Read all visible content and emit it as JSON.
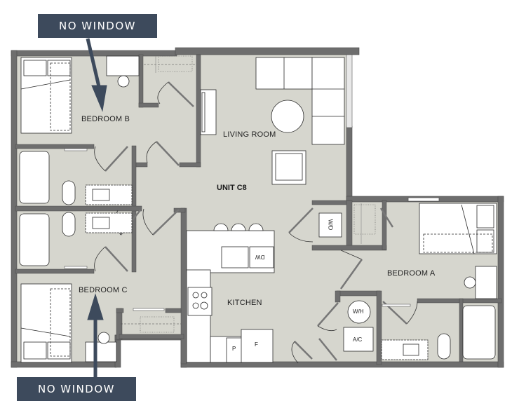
{
  "unit": {
    "label": "UNIT C8"
  },
  "rooms": {
    "bedroom_b": "BEDROOM B",
    "living_room": "LIVING ROOM",
    "bedroom_a": "BEDROOM A",
    "bedroom_c": "BEDROOM C",
    "kitchen": "KITCHEN"
  },
  "fixtures": {
    "washer_dryer": "W/D",
    "dishwasher": "DW",
    "water_heater": "W/H",
    "ac": "A/C",
    "pantry": "P",
    "fridge": "F"
  },
  "callouts": {
    "top": "NO WINDOW",
    "bottom": "NO WINDOW"
  },
  "colors": {
    "floor": "#d6d6ce",
    "wall": "#6e6e6e",
    "callout": "#3d4a5c",
    "furniture": "#ffffff"
  }
}
